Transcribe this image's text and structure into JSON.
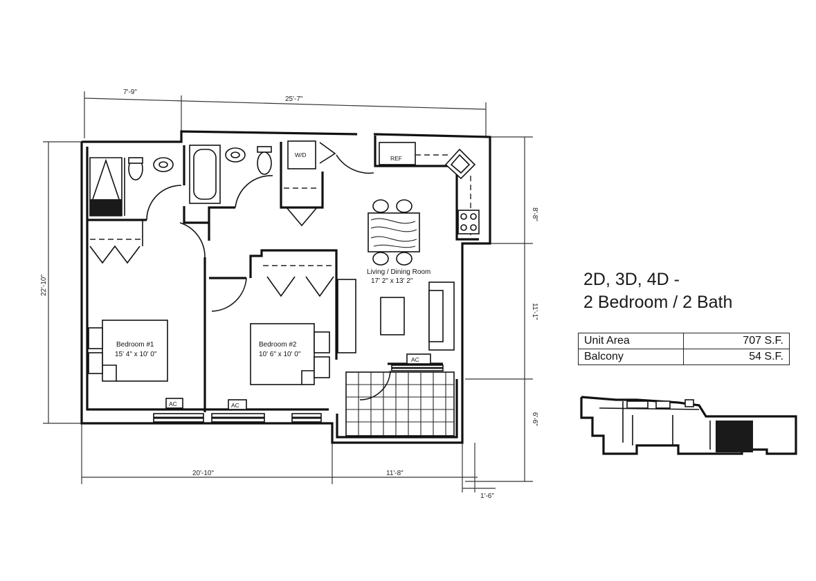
{
  "unit": {
    "title_line1": "2D, 3D, 4D -",
    "title_line2": "2 Bedroom / 2 Bath"
  },
  "areas": [
    {
      "label": "Unit Area",
      "value": "707 S.F."
    },
    {
      "label": "Balcony",
      "value": "54 S.F."
    }
  ],
  "rooms": {
    "bedroom1": {
      "name": "Bedroom #1",
      "size": "15' 4\" x 10' 0\""
    },
    "bedroom2": {
      "name": "Bedroom #2",
      "size": "10' 6\" x 10' 0\""
    },
    "living": {
      "name": "Living / Dining Room",
      "size": "17' 2\" x 13' 2\""
    }
  },
  "labels": {
    "washer_dryer": "W/D",
    "refrigerator": "REF",
    "ac": "AC"
  },
  "dimensions": {
    "top_left": "7'-9\"",
    "top_total": "25'-7\"",
    "left_total": "22'-10\"",
    "right_upper": "8'-8\"",
    "right_middle": "11'-1\"",
    "right_lower": "6'-6\"",
    "bottom_left": "20'-10\"",
    "bottom_right": "11'-8\"",
    "bottom_offset": "1'-6\""
  },
  "colors": {
    "line": "#111111",
    "paper": "#ffffff",
    "key_fill": "#1a1a1a"
  }
}
